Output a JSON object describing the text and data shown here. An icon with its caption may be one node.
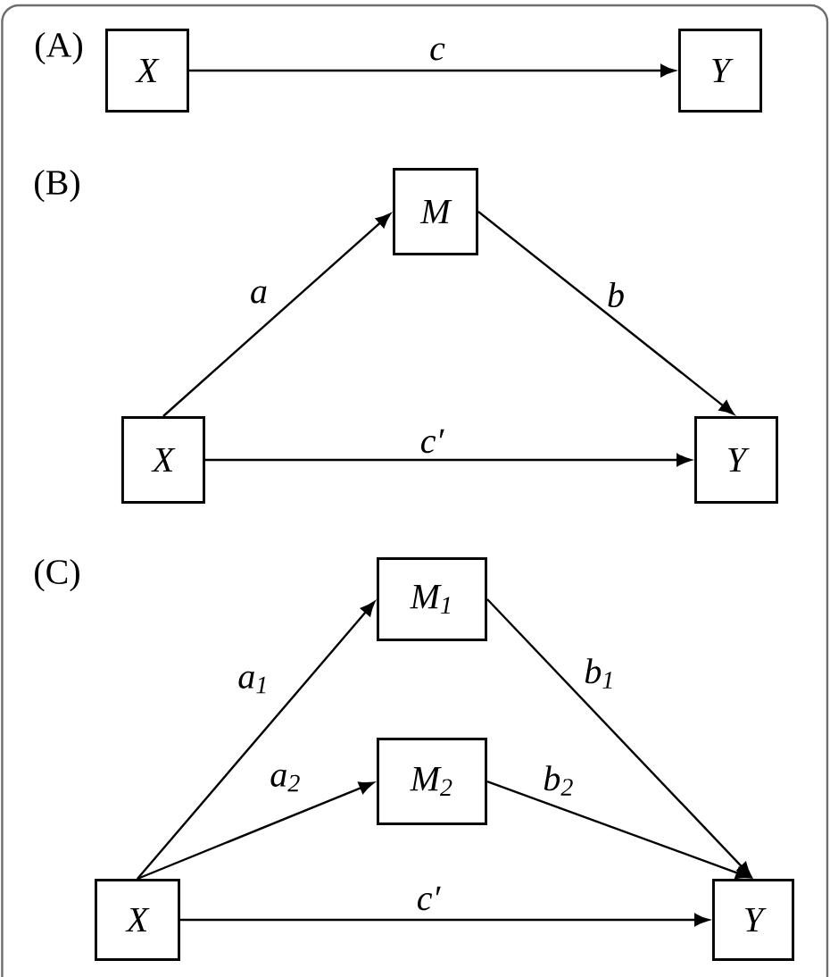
{
  "diagram": {
    "nodes": [
      {
        "text": [
          "X"
        ]
      },
      {
        "text": [
          "Y"
        ]
      },
      {
        "text": [
          "M"
        ]
      },
      {
        "text": [
          "X"
        ]
      },
      {
        "text": [
          "Y"
        ]
      },
      {
        "text": [
          "M$_{1}$"
        ]
      },
      {
        "text": [
          "M$_{2}$"
        ]
      },
      {
        "text": [
          "X"
        ]
      },
      {
        "text": [
          "Y"
        ]
      }
    ],
    "edges": [
      {
        "from": 0,
        "to": 1,
        "arrow": "to",
        "label": "c"
      },
      {
        "from": 3,
        "to": 2,
        "arrow": "to",
        "label": "a"
      },
      {
        "from": 2,
        "to": 4,
        "arrow": "to",
        "label": "b"
      },
      {
        "from": 3,
        "to": 4,
        "arrow": "to",
        "label": "c′"
      },
      {
        "from": 7,
        "to": 5,
        "arrow": "to",
        "label": "a$_{1}$"
      },
      {
        "from": 7,
        "to": 6,
        "arrow": "to",
        "label": "a$_{2}$"
      },
      {
        "from": 5,
        "to": 8,
        "arrow": "to",
        "label": "b$_{1}$"
      },
      {
        "from": 6,
        "to": 8,
        "arrow": "to",
        "label": "b$_{2}$"
      },
      {
        "from": 7,
        "to": 8,
        "arrow": "to",
        "label": "c′"
      }
    ],
    "labels": [
      "(A)",
      "(B)",
      "(C)"
    ]
  }
}
